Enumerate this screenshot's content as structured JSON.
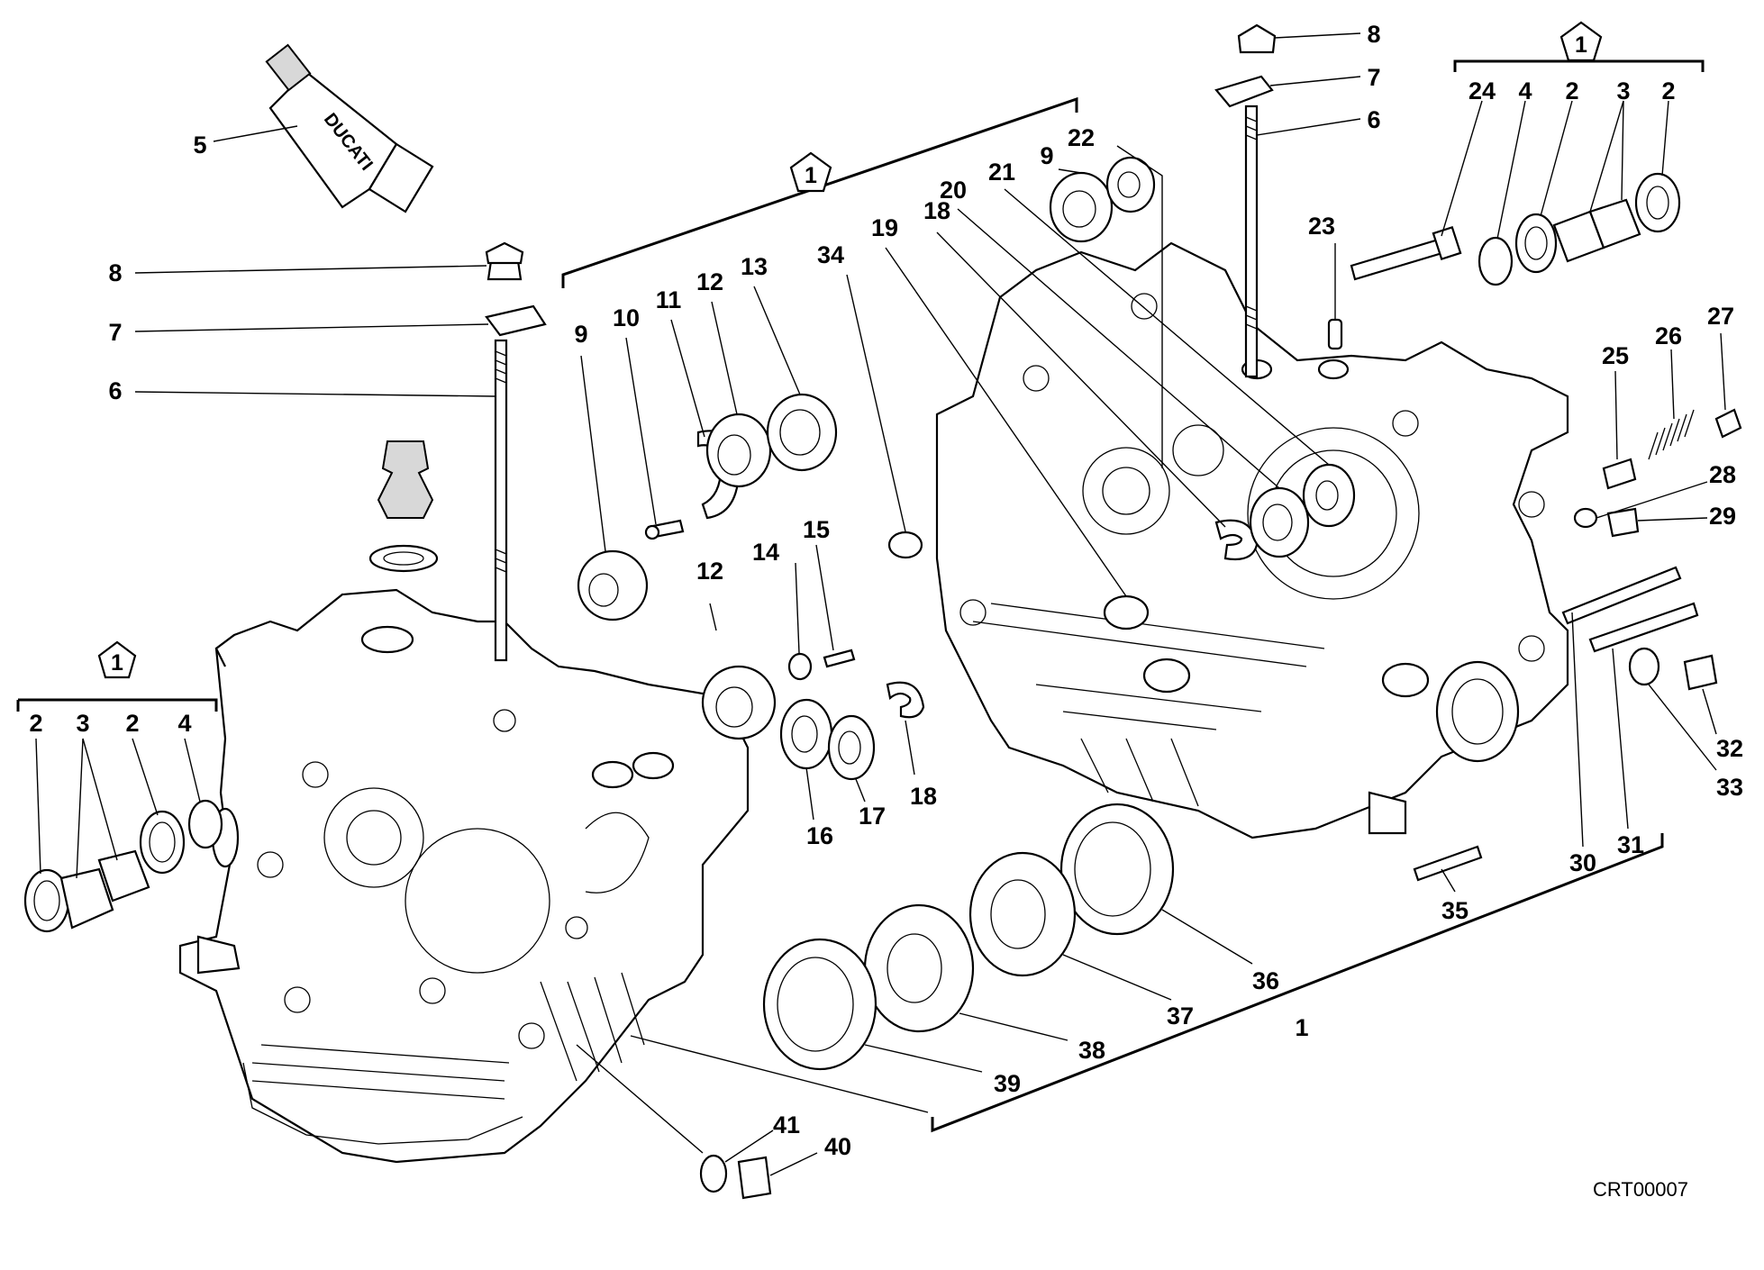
{
  "drawing": {
    "code": "CRT00007",
    "kit_marker": "1",
    "tube_brand": "DUCATI"
  },
  "callouts": [
    {
      "id": "c5",
      "text": "5"
    },
    {
      "id": "c8a",
      "text": "8"
    },
    {
      "id": "c7a",
      "text": "7"
    },
    {
      "id": "c6a",
      "text": "6"
    },
    {
      "id": "c2a",
      "text": "2"
    },
    {
      "id": "c3a",
      "text": "3"
    },
    {
      "id": "c2b",
      "text": "2"
    },
    {
      "id": "c4a",
      "text": "4"
    },
    {
      "id": "c9a",
      "text": "9"
    },
    {
      "id": "c10",
      "text": "10"
    },
    {
      "id": "c11",
      "text": "11"
    },
    {
      "id": "c12a",
      "text": "12"
    },
    {
      "id": "c13",
      "text": "13"
    },
    {
      "id": "c34",
      "text": "34"
    },
    {
      "id": "c19",
      "text": "19"
    },
    {
      "id": "c18a",
      "text": "18"
    },
    {
      "id": "c20",
      "text": "20"
    },
    {
      "id": "c21",
      "text": "21"
    },
    {
      "id": "c9b",
      "text": "9"
    },
    {
      "id": "c22",
      "text": "22"
    },
    {
      "id": "c8b",
      "text": "8"
    },
    {
      "id": "c7b",
      "text": "7"
    },
    {
      "id": "c6b",
      "text": "6"
    },
    {
      "id": "c23",
      "text": "23"
    },
    {
      "id": "c24",
      "text": "24"
    },
    {
      "id": "c4b",
      "text": "4"
    },
    {
      "id": "c2c",
      "text": "2"
    },
    {
      "id": "c3b",
      "text": "3"
    },
    {
      "id": "c2d",
      "text": "2"
    },
    {
      "id": "c25",
      "text": "25"
    },
    {
      "id": "c26",
      "text": "26"
    },
    {
      "id": "c27",
      "text": "27"
    },
    {
      "id": "c28",
      "text": "28"
    },
    {
      "id": "c29",
      "text": "29"
    },
    {
      "id": "c12b",
      "text": "12"
    },
    {
      "id": "c14",
      "text": "14"
    },
    {
      "id": "c15",
      "text": "15"
    },
    {
      "id": "c16",
      "text": "16"
    },
    {
      "id": "c17",
      "text": "17"
    },
    {
      "id": "c18b",
      "text": "18"
    },
    {
      "id": "c30",
      "text": "30"
    },
    {
      "id": "c31",
      "text": "31"
    },
    {
      "id": "c32",
      "text": "32"
    },
    {
      "id": "c33",
      "text": "33"
    },
    {
      "id": "c35",
      "text": "35"
    },
    {
      "id": "c36",
      "text": "36"
    },
    {
      "id": "c37",
      "text": "37"
    },
    {
      "id": "c38",
      "text": "38"
    },
    {
      "id": "c39",
      "text": "39"
    },
    {
      "id": "c1",
      "text": "1"
    },
    {
      "id": "c41",
      "text": "41"
    },
    {
      "id": "c40",
      "text": "40"
    }
  ]
}
